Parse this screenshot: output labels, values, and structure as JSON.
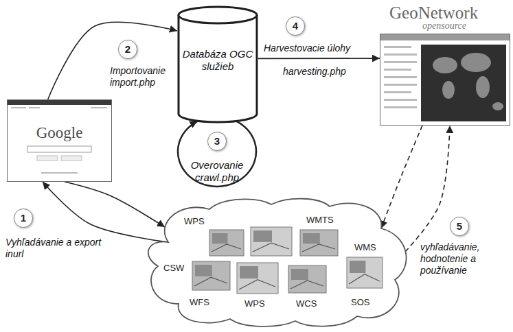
{
  "diagram": {
    "nodes": [
      {
        "text": [
          "Google"
        ]
      },
      {
        "text": [
          "Databáza OGC služieb"
        ]
      },
      {
        "text": [
          "Overovanie crawl.php"
        ]
      },
      {
        "text": [
          "GeoNetwork",
          "opensource"
        ]
      },
      {
        "text": [
          "WPS",
          "WMTS",
          "CSW",
          "WMS",
          "WPS",
          "WCS",
          "WFS",
          "SOS"
        ]
      }
    ],
    "edges": [
      {
        "from": 0,
        "to": 1,
        "arrow": "to"
      },
      {
        "from": 1,
        "to": 3,
        "arrow": "to"
      },
      {
        "from": 0,
        "to": 4,
        "arrow": "to"
      },
      {
        "from": 4,
        "to": 0,
        "arrow": "to"
      },
      {
        "from": 3,
        "to": 4,
        "arrow": "to"
      },
      {
        "from": 4,
        "to": 3,
        "arrow": "to"
      }
    ],
    "labels": [
      "1",
      "Vyhľadávanie a export inurl",
      "2",
      "Importovanie import.php",
      "3",
      "4",
      "Harvestovacie úlohy",
      "harvesting.php",
      "5",
      "vyhľadávanie, hodnotenie a používanie"
    ]
  }
}
